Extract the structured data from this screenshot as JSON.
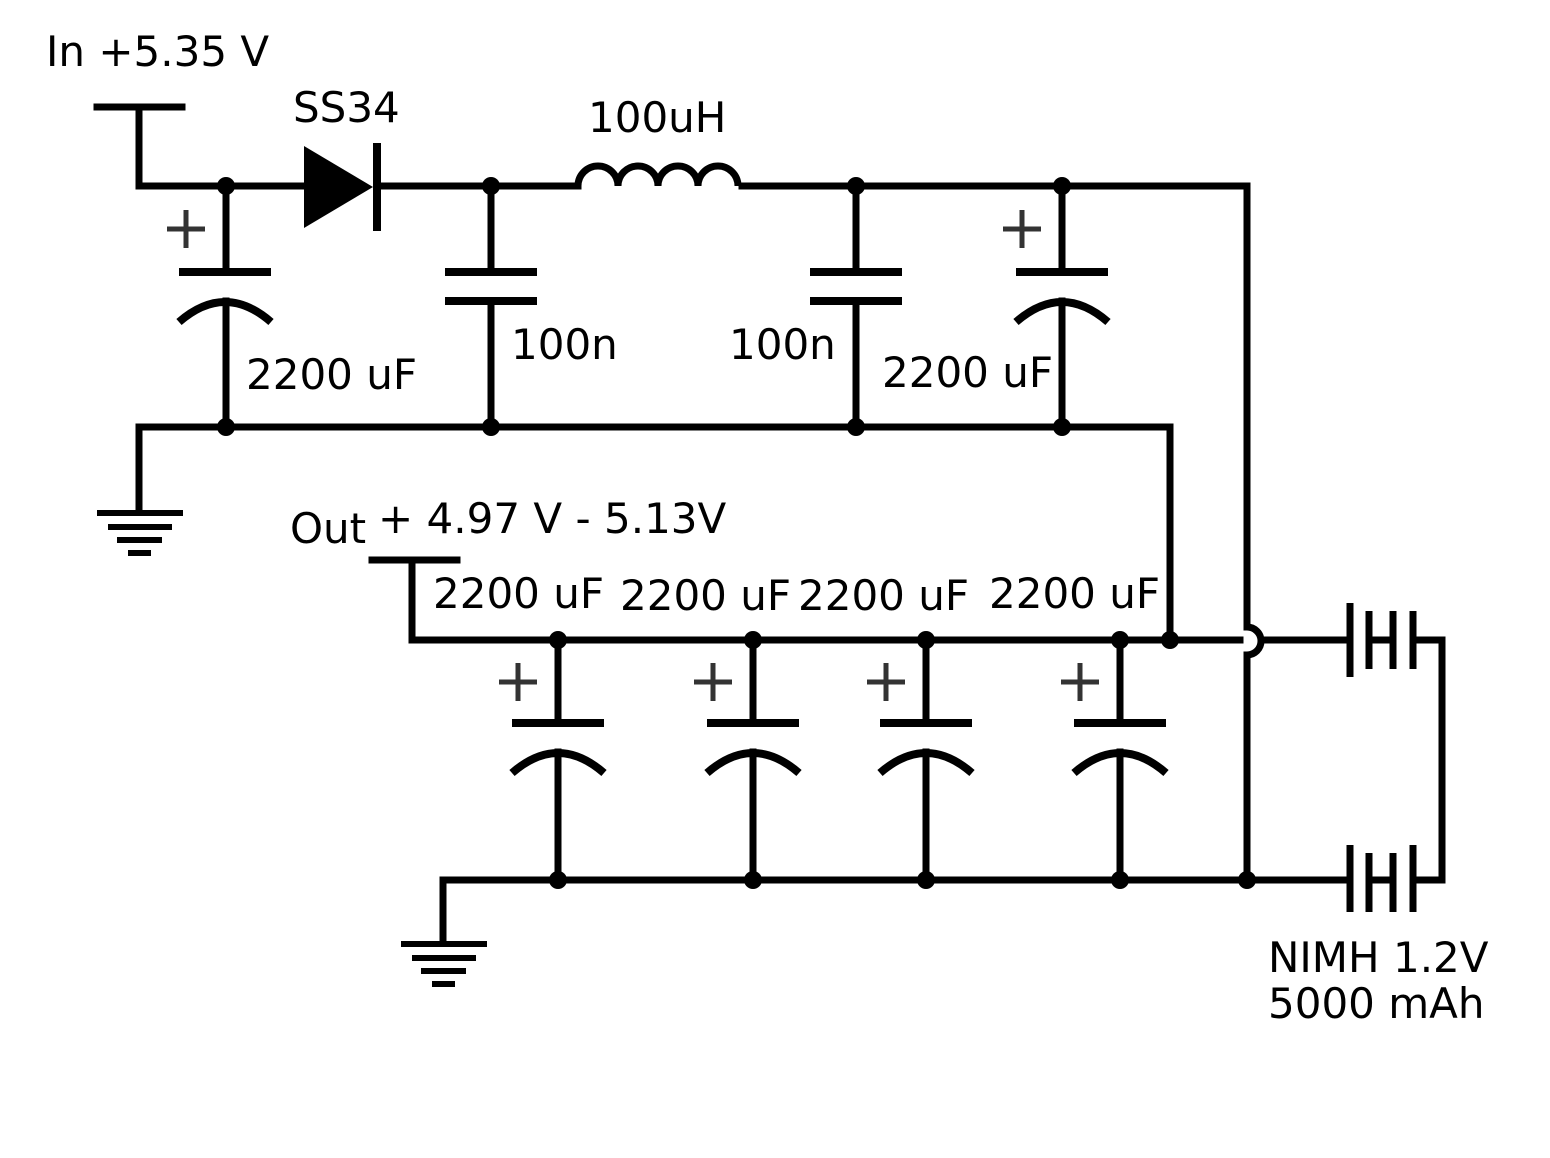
{
  "labels": {
    "input": "In +5.35 V",
    "diode": "SS34",
    "inductor": "100uH",
    "cap_in_elec": "2200 uF",
    "cap_in_ceramic": "100n",
    "cap_out_ceramic": "100n",
    "cap_out_elec": "2200 uF",
    "output": "Out",
    "output_voltage": "+ 4.97 V - 5.13V",
    "bank_cap_1": "2200 uF",
    "bank_cap_2": "2200 uF",
    "bank_cap_3": "2200 uF",
    "bank_cap_4": "2200 uF",
    "battery_type": "NIMH 1.2V",
    "battery_capacity": "5000 mAh"
  },
  "colors": {
    "ink": "#000000",
    "plus_sign": "#333333",
    "background": "#ffffff"
  }
}
